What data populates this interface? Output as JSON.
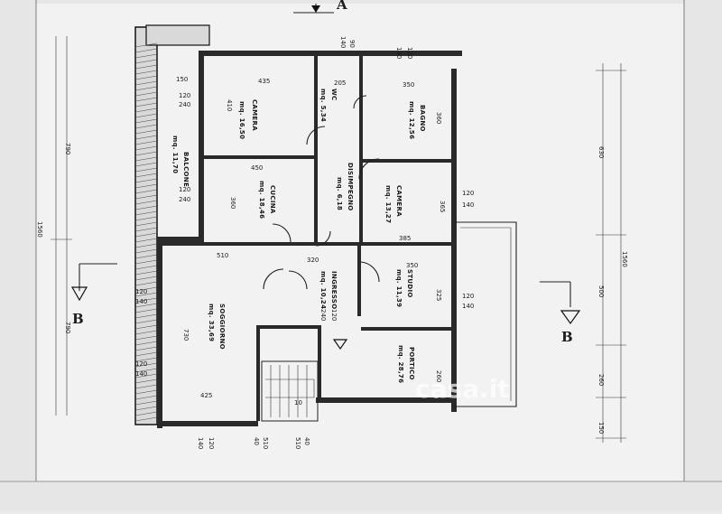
{
  "section_markers": {
    "top": "A",
    "left": "B",
    "right": "B"
  },
  "rooms": [
    {
      "id": "camera-1",
      "name": "CAMERA",
      "area": "mq. 16,50"
    },
    {
      "id": "wc",
      "name": "WC",
      "area": "mq. 5,34"
    },
    {
      "id": "bagno",
      "name": "BAGNO",
      "area": "mq. 12,56"
    },
    {
      "id": "balcone",
      "name": "BALCONE",
      "area": "mq. 11,70"
    },
    {
      "id": "cucina",
      "name": "CUCINA",
      "area": "mq. 18,46"
    },
    {
      "id": "disimpegno",
      "name": "DISIMPEGNO",
      "area": "mq. 6,18"
    },
    {
      "id": "camera-2",
      "name": "CAMERA",
      "area": "mq. 13,27"
    },
    {
      "id": "ingresso",
      "name": "INGRESSO",
      "area": "mq. 10,24"
    },
    {
      "id": "studio",
      "name": "STUDIO",
      "area": "mq. 11,39"
    },
    {
      "id": "soggiorno",
      "name": "SOGGIORNO",
      "area": "mq. 33,69"
    },
    {
      "id": "portico",
      "name": "PORTICO",
      "area": "mq. 28,76"
    }
  ],
  "dimensions": {
    "top_150": "150",
    "top_435": "435",
    "top_205": "205",
    "top_350a": "350",
    "top_90": "90",
    "top_140a": "140",
    "top_120a": "120",
    "top_140b": "140",
    "camera_410": "410",
    "bagno_360": "360",
    "cucina_450": "450",
    "cucina_360": "360",
    "camera2_385w": "385",
    "camera2_365": "365",
    "row_510": "510",
    "row_320": "320",
    "row_350": "350",
    "studio_325": "325",
    "soggiorno_730": "730",
    "portico_260": "260",
    "bottom_425": "425",
    "win_120_240_a": "120",
    "win_240_a": "240",
    "win_120_240_b": "120",
    "win_240_b": "240",
    "win_120_140_a": "120",
    "win_140_a": "140",
    "win_120_140_b": "120",
    "win_140_b": "140",
    "win_120_140_c": "120",
    "win_140_c": "140",
    "win_120_140_d": "120",
    "win_140_d": "140",
    "ingr_120": "120",
    "ingr_240": "240",
    "bottom_120": "120",
    "bottom_140": "140",
    "stair_10": "10",
    "stair_510": "510",
    "stair_40": "40",
    "stair_510b": "510",
    "stair_40b": "40",
    "left_790": "790",
    "left_1560": "1560",
    "left_790b": "790",
    "right_1560": "1560",
    "right_630": "630",
    "right_500": "500",
    "right_260": "260",
    "right_150": "150"
  },
  "watermark": "casa.it"
}
